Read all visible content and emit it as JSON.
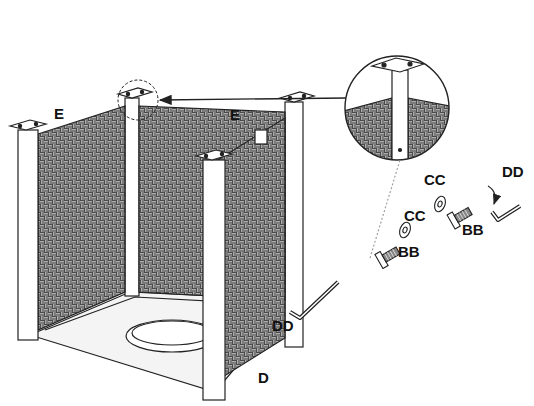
{
  "diagram": {
    "labels": [
      "E",
      "E",
      "D",
      "CC",
      "CC",
      "BB",
      "BB",
      "DD",
      "DD"
    ]
  }
}
